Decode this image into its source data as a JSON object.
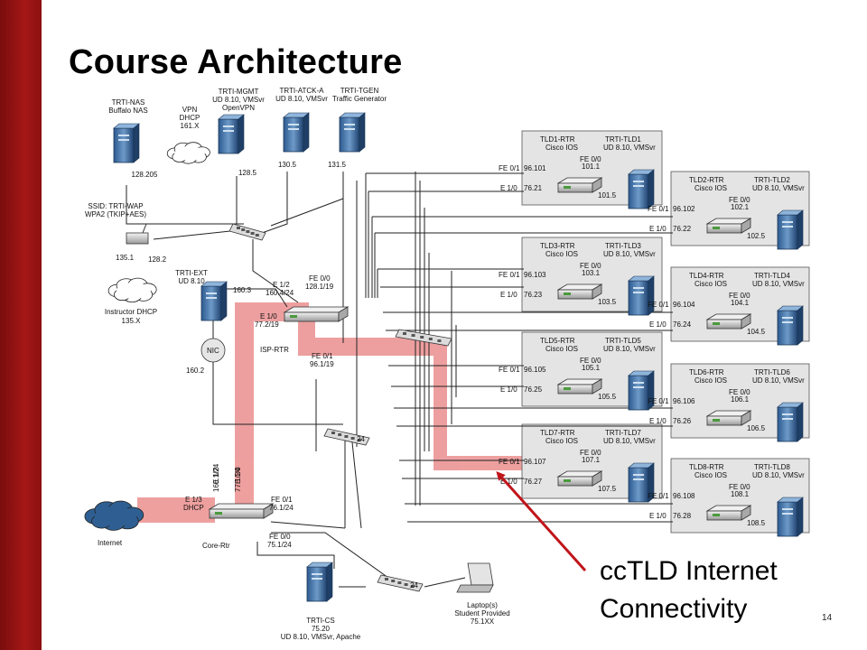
{
  "title": "Course Architecture",
  "slide_number": "14",
  "callout": {
    "line1": "ccTLD Internet",
    "line2": "Connectivity"
  },
  "colors": {
    "accent_bar": "#a51717",
    "highlight": "#e8807f",
    "arrow": "#c0151a",
    "box_bg": "#e4e4e4"
  },
  "top_nodes": {
    "nas": {
      "name": "TRTI-NAS",
      "desc": "Buffalo NAS",
      "ip": "128.205"
    },
    "vpn": {
      "l1": "VPN",
      "l2": "DHCP",
      "l3": "161.X"
    },
    "mgmt": {
      "name": "TRTI-MGMT",
      "l2": "UD 8.10, VMSvr",
      "l3": "OpenVPN",
      "ip": "128.5"
    },
    "atck": {
      "name": "TRTI-ATCK-A",
      "desc": "UD 8.10, VMSvr",
      "ip": "130.5"
    },
    "tgen": {
      "name": "TRTI-TGEN",
      "desc": "Traffic Generator",
      "ip": "131.5"
    }
  },
  "wap": {
    "l1": "SSID: TRTI-WAP",
    "l2": "WPA2 (TKIP+AES)",
    "ip1": "135.1",
    "ip2": "128.2"
  },
  "instructor": {
    "l1": "Instructor DHCP",
    "l2": "135.X"
  },
  "ext": {
    "name": "TRTI-EXT",
    "desc": "UD 8.10",
    "ip": "160.3",
    "nic": "NIC",
    "nic_ip": "160.2"
  },
  "isp": {
    "name": "ISP-RTR",
    "e12": "E 1/2",
    "e12_ip": "160.4/24",
    "fe00": "FE 0/0",
    "fe00_ip": "128.1/19",
    "e10": "E 1/0",
    "e10_ip": "77.2/19",
    "fe01": "FE 0/1",
    "fe01_ip": "96.1/19"
  },
  "core": {
    "name": "Core-Rtr",
    "e13": "E 1/3",
    "e13_sub": "DHCP",
    "e12": "E 1/2",
    "e12_ip": "160.1/24",
    "e10": "E 1/0",
    "e10_ip": "77.1/24",
    "fe01": "FE 0/1",
    "fe01_ip": "76.1/24",
    "fe00": "FE 0/0",
    "fe00_ip": "75.1/24"
  },
  "internet": "Internet",
  "switch_label": "24",
  "cs": {
    "name": "TRTI-CS",
    "ip": "75.20",
    "desc": "UD 8.10, VMSvr, Apache"
  },
  "laptop": {
    "l1": "Laptop(s)",
    "l2": "Student Provided",
    "l3": "75.1XX"
  },
  "tlds": [
    {
      "rtr": "TLD1-RTR",
      "ios": "Cisco IOS",
      "srv": "TRTI-TLD1",
      "srv_desc": "UD 8.10, VMSvr",
      "fe01": "FE 0/1",
      "fe01_ip": "96.101",
      "e10": "E 1/0",
      "e10_ip": "76.21",
      "fe00": "FE 0/0",
      "fe00_ip": "101.1",
      "srv_ip": "101.5"
    },
    {
      "rtr": "TLD2-RTR",
      "ios": "Cisco IOS",
      "srv": "TRTI-TLD2",
      "srv_desc": "UD 8.10, VMSvr",
      "fe01": "FE 0/1",
      "fe01_ip": "96.102",
      "e10": "E 1/0",
      "e10_ip": "76.22",
      "fe00": "FE 0/0",
      "fe00_ip": "102.1",
      "srv_ip": "102.5"
    },
    {
      "rtr": "TLD3-RTR",
      "ios": "Cisco IOS",
      "srv": "TRTI-TLD3",
      "srv_desc": "UD 8.10, VMSvr",
      "fe01": "FE 0/1",
      "fe01_ip": "96.103",
      "e10": "E 1/0",
      "e10_ip": "76.23",
      "fe00": "FE 0/0",
      "fe00_ip": "103.1",
      "srv_ip": "103.5"
    },
    {
      "rtr": "TLD4-RTR",
      "ios": "Cisco IOS",
      "srv": "TRTI-TLD4",
      "srv_desc": "UD 8.10, VMSvr",
      "fe01": "FE 0/1",
      "fe01_ip": "96.104",
      "e10": "E 1/0",
      "e10_ip": "76.24",
      "fe00": "FE 0/0",
      "fe00_ip": "104.1",
      "srv_ip": "104.5"
    },
    {
      "rtr": "TLD5-RTR",
      "ios": "Cisco IOS",
      "srv": "TRTI-TLD5",
      "srv_desc": "UD 8.10, VMSvr",
      "fe01": "FE 0/1",
      "fe01_ip": "96.105",
      "e10": "E 1/0",
      "e10_ip": "76.25",
      "fe00": "FE 0/0",
      "fe00_ip": "105.1",
      "srv_ip": "105.5"
    },
    {
      "rtr": "TLD6-RTR",
      "ios": "Cisco IOS",
      "srv": "TRTI-TLD6",
      "srv_desc": "UD 8.10, VMSvr",
      "fe01": "FE 0/1",
      "fe01_ip": "96.106",
      "e10": "E 1/0",
      "e10_ip": "76.26",
      "fe00": "FE 0/0",
      "fe00_ip": "106.1",
      "srv_ip": "106.5"
    },
    {
      "rtr": "TLD7-RTR",
      "ios": "Cisco IOS",
      "srv": "TRTI-TLD7",
      "srv_desc": "UD 8.10, VMSvr",
      "fe01": "FE 0/1",
      "fe01_ip": "96.107",
      "e10": "E 1/0",
      "e10_ip": "76.27",
      "fe00": "FE 0/0",
      "fe00_ip": "107.1",
      "srv_ip": "107.5"
    },
    {
      "rtr": "TLD8-RTR",
      "ios": "Cisco IOS",
      "srv": "TRTI-TLD8",
      "srv_desc": "UD 8.10, VMSvr",
      "fe01": "FE 0/1",
      "fe01_ip": "96.108",
      "e10": "E 1/0",
      "e10_ip": "76.28",
      "fe00": "FE 0/0",
      "fe00_ip": "108.1",
      "srv_ip": "108.5"
    }
  ]
}
